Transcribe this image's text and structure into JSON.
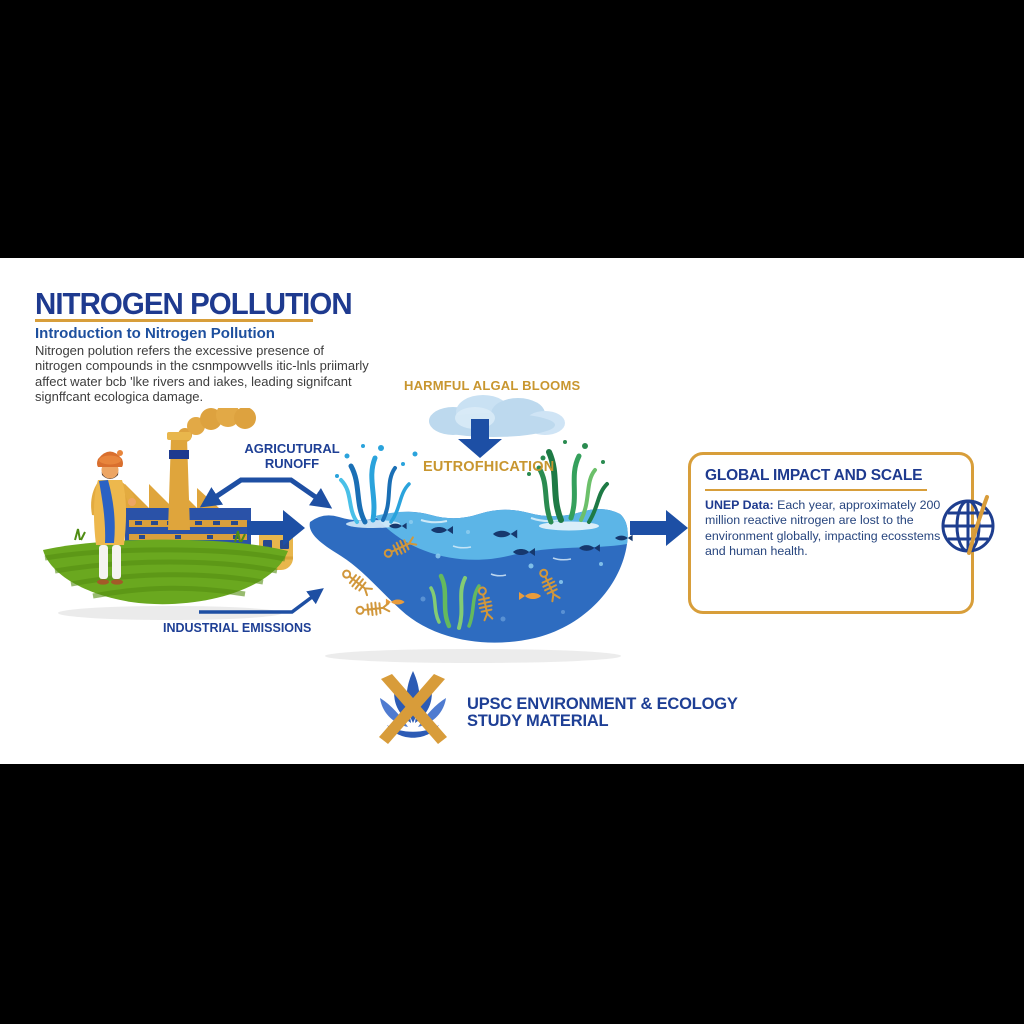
{
  "page": {
    "background": "#000000",
    "canvas_background": "#ffffff"
  },
  "palette": {
    "navy": "#1e3a8f",
    "royal_blue": "#1d4f9e",
    "gold": "#d89e3a",
    "water_light": "#5cb5e7",
    "water_dark": "#2e6cc0",
    "cloud_blue": "#bdd9ee",
    "field_green": "#6aa81f",
    "algae_green": "#2a8b50",
    "skeleton_gold": "#d1973b"
  },
  "header": {
    "title": "NITROGEN POLLUTION",
    "subtitle": "Introduction to Nitrogen Pollution",
    "intro": "Nitrogen polution refers the excessive presence of nitrogen compounds in the csnmpowvells itic-lnls priimarly affect water bcb 'lke rivers and iakes, leading signifcant signffcant ecologica damage."
  },
  "diagram": {
    "harmful_algal_blooms_label": "HARMFUL ALGAL BLOOMS",
    "eutrophication_label": "EUTROFHICATION",
    "agricultural_runoff_label": "AGRICUTURAL RUNOFF",
    "industrial_emissions_label": "INDUSTRIAL EMISSIONS"
  },
  "impact_box": {
    "title": "GLOBAL IMPACT AND SCALE",
    "lead": "UNEP Data:",
    "body": " Each year, approximately 200 million reactive nitrogen are lost to the environment globally, impacting ecosstems and human health."
  },
  "footer": {
    "line1": "UPSC ENVIRONMENT & ECOLOGY",
    "line2": "STUDY MATERIAL"
  },
  "icons": {
    "cloud": "algal-bloom-cloud",
    "down_arrow": "block-arrow-down",
    "right_arrow_1": "block-arrow-right",
    "right_arrow_2": "block-arrow-right",
    "double_arrow": "double-headed-arrow",
    "line_arrow": "line-arrow-up-right",
    "globe": "globe-grid-with-gold-swoosh",
    "lotus": "lotus-with-gold-x-logo",
    "farm": "farmer-factory-field-illustration",
    "water": "polluted-lake-illustration"
  }
}
